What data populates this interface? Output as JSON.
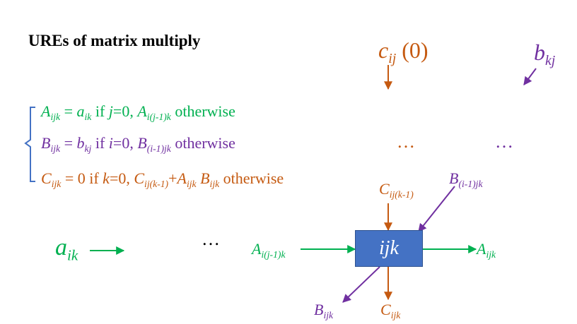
{
  "title": "UREs of matrix multiply",
  "equations": {
    "A": {
      "lhs": "A",
      "lhs_sub": "ijk",
      "eq": " = ",
      "v1": "a",
      "v1_sub": "ik",
      "cond_pre": " if ",
      "cond_var": "j",
      "cond_post": "=0, ",
      "alt": "A",
      "alt_sub": "i(j-1)k",
      "tail": " otherwise"
    },
    "B": {
      "lhs": "B",
      "lhs_sub": "ijk",
      "eq": " = ",
      "v1": "b",
      "v1_sub": "kj",
      "cond_pre": " if ",
      "cond_var": "i",
      "cond_post": "=0, ",
      "alt": "B",
      "alt_sub": "(i-1)jk",
      "tail": " otherwise"
    },
    "C": {
      "lhs": "C",
      "lhs_sub": "ijk",
      "eq": " = 0 if ",
      "cond_var": "k",
      "cond_post": "=0, ",
      "t1": "C",
      "t1_sub": "ij(k-1)",
      "plus": "+",
      "t2": "A",
      "t2_sub": "ijk",
      "t3": "B",
      "t3_sub": "ijk",
      "tail": " otherwise"
    }
  },
  "top_inputs": {
    "c": {
      "base": "c",
      "sub": "ij",
      "arg": " (0)"
    },
    "b": {
      "base": "b",
      "sub": "kj"
    }
  },
  "ellipsis": "…",
  "left_input": {
    "base": "a",
    "sub": "ik"
  },
  "node": {
    "label": "ijk",
    "in_c": {
      "base": "C",
      "sub": "ij(k-1)"
    },
    "in_b": {
      "base": "B",
      "sub": "(i-1)jk"
    },
    "in_a": {
      "base": "A",
      "sub": "i(j-1)k"
    },
    "out_a": {
      "base": "A",
      "sub": "ijk"
    },
    "out_b": {
      "base": "B",
      "sub": "ijk"
    },
    "out_c": {
      "base": "C",
      "sub": "ijk"
    }
  },
  "colors": {
    "a": "#00b050",
    "b": "#7030a0",
    "c": "#c55a11",
    "node": "#4472c4",
    "brace": "#4472c4"
  }
}
